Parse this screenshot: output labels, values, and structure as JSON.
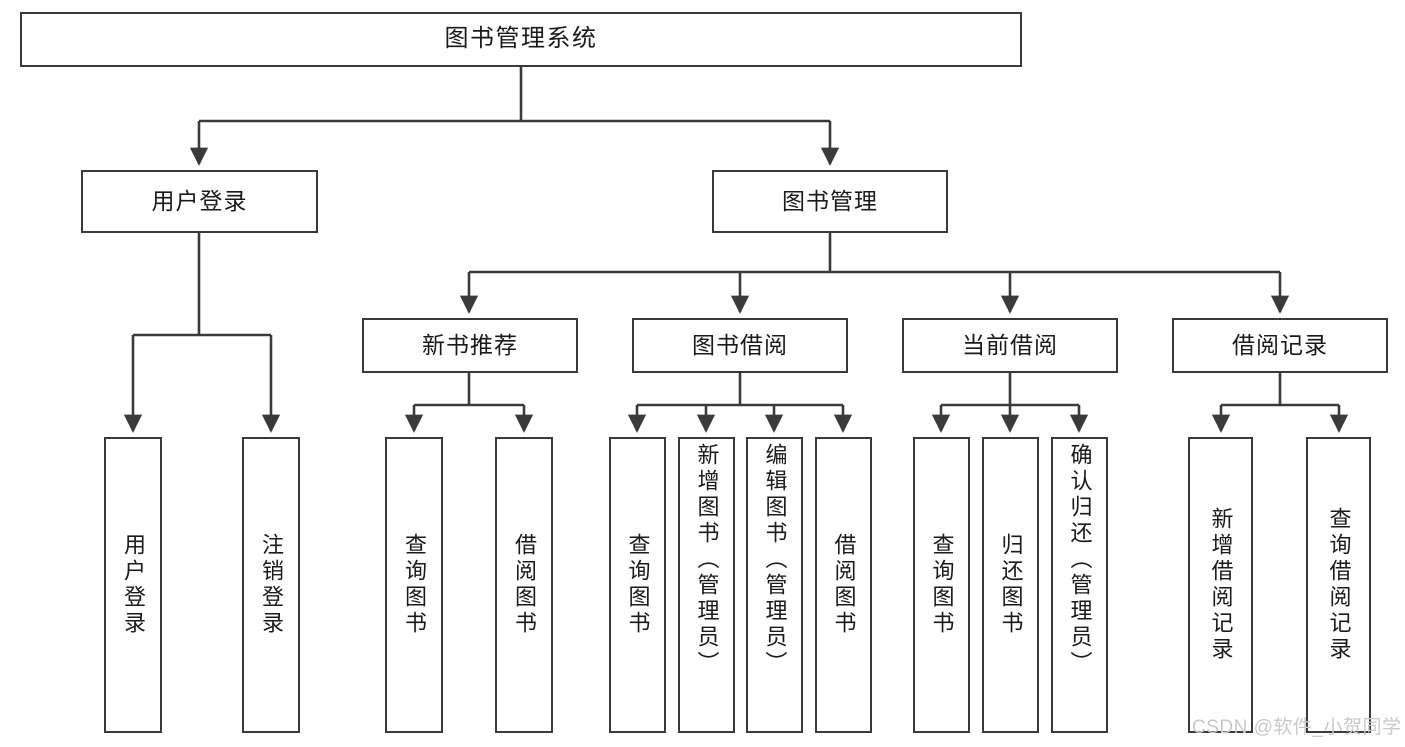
{
  "diagram": {
    "title": "图书管理系统",
    "root": {
      "label": "图书管理系统"
    },
    "level1": [
      {
        "label": "用户登录"
      },
      {
        "label": "图书管理"
      }
    ],
    "level2": [
      {
        "label": "新书推荐"
      },
      {
        "label": "图书借阅"
      },
      {
        "label": "当前借阅"
      },
      {
        "label": "借阅记录"
      }
    ],
    "leaves": {
      "user_login": [
        {
          "label": "用户登录"
        },
        {
          "label": "注销登录"
        }
      ],
      "new_book_recommend": [
        {
          "label": "查询图书"
        },
        {
          "label": "借阅图书"
        }
      ],
      "book_borrow": [
        {
          "label": "查询图书"
        },
        {
          "label": "新增图书（管理员）"
        },
        {
          "label": "编辑图书（管理员）"
        },
        {
          "label": "借阅图书"
        }
      ],
      "current_borrow": [
        {
          "label": "查询图书"
        },
        {
          "label": "归还图书"
        },
        {
          "label": "确认归还（管理员）"
        }
      ],
      "borrow_record": [
        {
          "label": "新增借阅记录"
        },
        {
          "label": "查询借阅记录"
        }
      ]
    }
  },
  "watermark": {
    "text": "CSDN @软件_小贺同学"
  },
  "colors": {
    "stroke": "#3a3a3a",
    "background": "#ffffff",
    "text": "#1a1a1a",
    "watermark": "#c9c9c9"
  }
}
